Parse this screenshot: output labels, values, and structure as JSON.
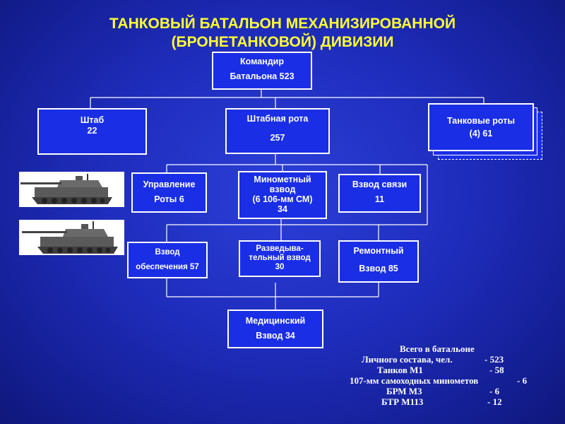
{
  "title": {
    "line1": "ТАНКОВЫЙ БАТАЛЬОН МЕХАНИЗИРОВАННОЙ",
    "line2": "(БРОНЕТАНКОВОЙ) ДИВИЗИИ"
  },
  "units": {
    "commander": {
      "line1": "Командир",
      "line2": "Батальона 523"
    },
    "hq": {
      "line1": "Штаб",
      "line2": "22"
    },
    "hq_company": {
      "line1": "Штабная рота",
      "line2": "257"
    },
    "tank_companies": {
      "line1": "Танковые роты",
      "line2": "(4)  61"
    },
    "company_management": {
      "line1": "Управление",
      "line2": "Роты   6"
    },
    "mortar_platoon": {
      "line1": "Минометный",
      "line2": "взвод",
      "line3": "(6 106-мм СМ)",
      "line4": "34"
    },
    "signal_platoon": {
      "line1": "Взвод связи",
      "line2": "11"
    },
    "support_platoon": {
      "line1": "Взвод",
      "line2": "обеспечения 57"
    },
    "recon_platoon": {
      "line1": "Разведыва-",
      "line2": "тельный взвод",
      "line3": "30"
    },
    "repair_platoon": {
      "line1": "Ремонтный",
      "line2": "Взвод 85"
    },
    "medical_platoon": {
      "line1": "Медицинский",
      "line2": "Взвод 34"
    }
  },
  "images": {
    "tank1": "tank-icon",
    "tank2": "tank-icon"
  },
  "summary": {
    "heading": "Всего в батальоне",
    "rows": [
      {
        "label": "Личного состава, чел.",
        "dash": "- 523"
      },
      {
        "label": "Танков М1",
        "dash": "-  58"
      },
      {
        "label": "107-мм самоходных минометов",
        "dash": "-    6"
      },
      {
        "label": "БРМ М3",
        "dash": "-    6"
      },
      {
        "label": "БТР М113",
        "dash": "-    12"
      }
    ]
  },
  "colors": {
    "background": "#1f2dbd",
    "box_fill": "#1a2ee6",
    "title": "#ffff33",
    "text": "#ffffff"
  }
}
